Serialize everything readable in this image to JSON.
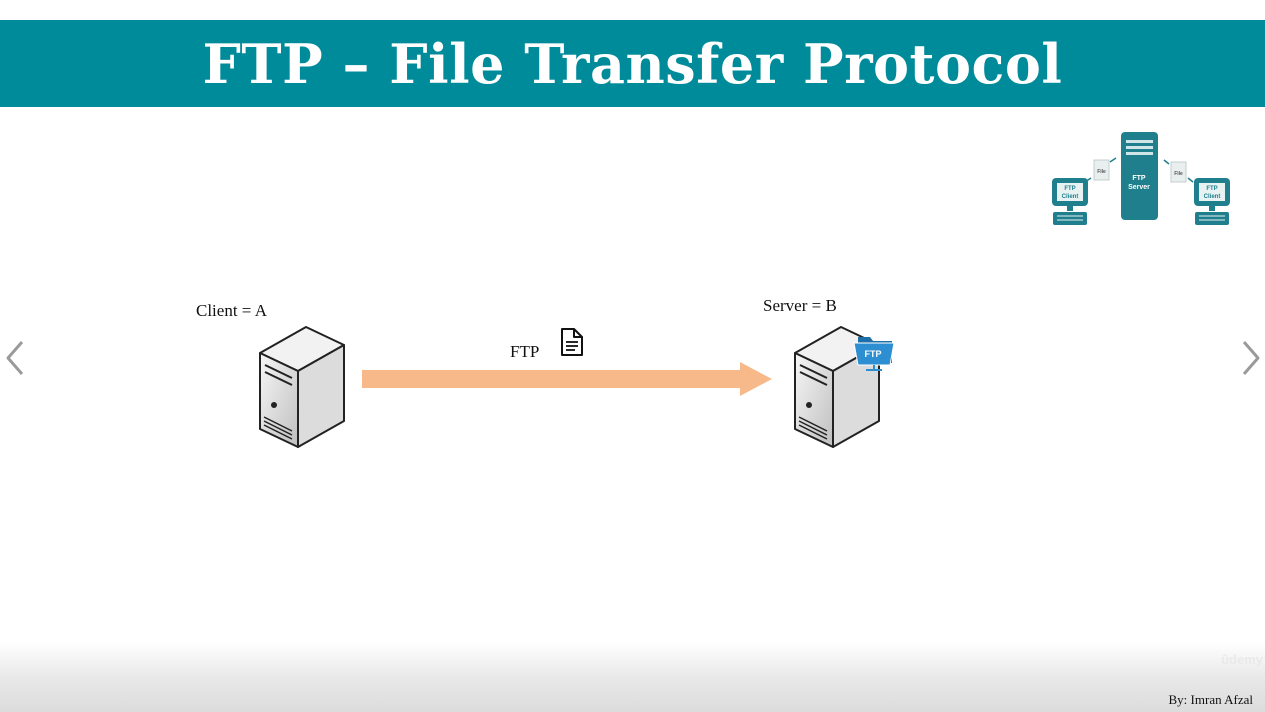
{
  "slide": {
    "title": "FTP – File Transfer Protocol",
    "byline": "By: Imran Afzal",
    "watermark": "ûdemy"
  },
  "diagram": {
    "client_label": "Client = A",
    "server_label": "Server = B",
    "transfer_label": "FTP",
    "server_badge": "FTP"
  },
  "thumbnail": {
    "server_line1": "FTP",
    "server_line2": "Server",
    "client_line1": "FTP",
    "client_line2": "Client",
    "file_label": "File"
  },
  "colors": {
    "title_bar": "#008b9a",
    "arrow": "#f8b98a",
    "thumb_teal": "#1f7f8c",
    "badge_blue": "#2d8fd1"
  },
  "icons": [
    "chevron-left-icon",
    "chevron-right-icon",
    "document-icon",
    "server-icon",
    "ftp-folder-icon"
  ]
}
